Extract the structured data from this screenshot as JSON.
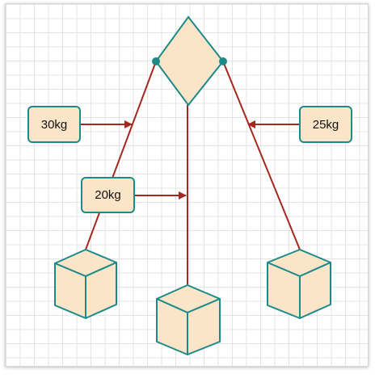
{
  "colors": {
    "shape_fill": "#fbe5c8",
    "shape_stroke": "#1d8a8a",
    "line": "#a3281f",
    "grid": "#e4e4e4"
  },
  "labels": {
    "left_force": "30kg",
    "right_force": "25kg",
    "middle_force": "20kg"
  },
  "icons": {
    "pivot": "diamond-icon",
    "weights": [
      "cube-icon",
      "cube-icon",
      "cube-icon"
    ]
  }
}
